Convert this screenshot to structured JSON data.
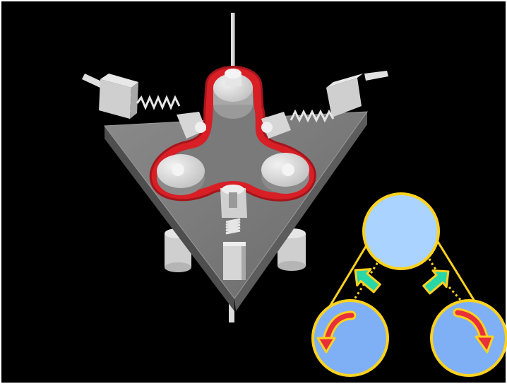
{
  "title": "",
  "diagram": {
    "subject": "belt-tensioner-mechanism",
    "colors": {
      "background": "#000000",
      "frame_border": "#ffffff",
      "plate_top": "#767676",
      "plate_side": "#555555",
      "metal_light": "#dcdcdc",
      "metal_mid": "#bdbdbd",
      "belt": "#d81f26",
      "belt_dark": "#a5151b",
      "inset_outline": "#ffd21f",
      "inset_top_fill": "#aad4ff",
      "inset_bottom_fill": "#7fb0f5",
      "inset_arrow_fill": "#28d6a8",
      "inset_rotation_arrow": "#e8303a"
    },
    "components": [
      "triangular-base-plate",
      "top-drive-pulley",
      "left-pulley",
      "right-pulley",
      "belt-loop",
      "tensioner-left",
      "tensioner-right",
      "tensioner-bottom",
      "drive-shaft"
    ],
    "inset": {
      "nodes": [
        "top-node",
        "left-node",
        "right-node"
      ],
      "arrows": [
        "push-arrow-left",
        "push-arrow-right",
        "rotation-arrow-left",
        "rotation-arrow-right"
      ]
    }
  }
}
